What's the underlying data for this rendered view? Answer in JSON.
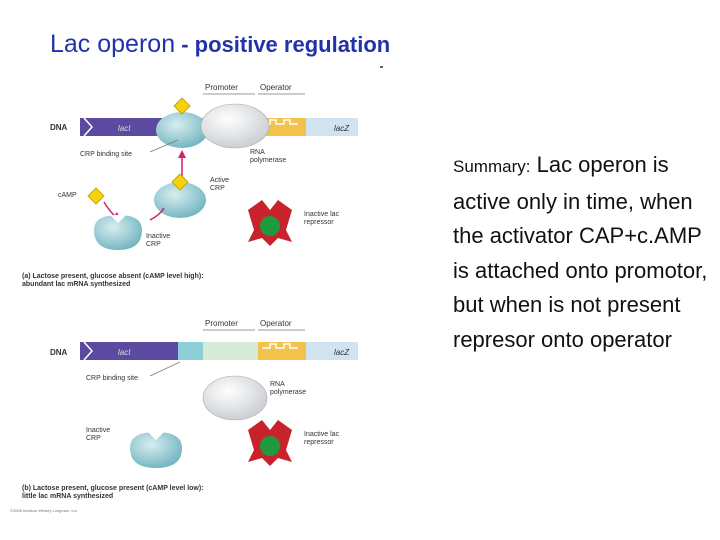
{
  "title": {
    "main": "Lac operon",
    "sub": " - positive regulation"
  },
  "summary": {
    "label": "Summary:",
    "text": "Lac operon is active only in time, when the activator CAP+c.AMP is attached onto promotor, but when is not present represor onto operator"
  },
  "figure": {
    "panel_a": {
      "promoter": "Promoter",
      "operator": "Operator",
      "dna": "DNA",
      "laci": "lacI",
      "lacz": "lacZ",
      "crp_site": "CRP binding site",
      "rna_pol": [
        "RNA",
        "polymerase"
      ],
      "active_crp": [
        "Active",
        "CRP"
      ],
      "camp": "cAMP",
      "inactive_crp": [
        "Inactive",
        "CRP"
      ],
      "inactive_rep": [
        "Inactive lac",
        "repressor"
      ],
      "caption": [
        "(a) Lactose present, glucose absent (cAMP level high):",
        "abundant lac mRNA synthesized"
      ]
    },
    "panel_b": {
      "promoter": "Promoter",
      "operator": "Operator",
      "dna": "DNA",
      "laci": "lacI",
      "lacz": "lacZ",
      "crp_site": "CRP binding site",
      "rna_pol": [
        "RNA",
        "polymerase"
      ],
      "inactive_crp": [
        "Inactive",
        "CRP"
      ],
      "inactive_rep": [
        "Inactive lac",
        "repressor"
      ],
      "caption": [
        "(b) Lactose present, glucose present (cAMP level low):",
        "little lac mRNA synthesized"
      ]
    },
    "copyright": "©2008 Addison Wesley Longman, Inc."
  }
}
